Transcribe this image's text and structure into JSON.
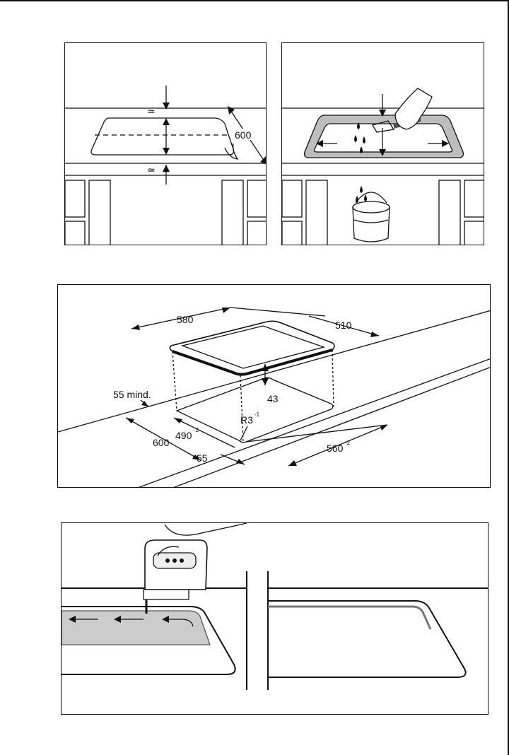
{
  "figure1": {
    "dim_depth": "600",
    "approx_top": "≃",
    "approx_bottom": "≃"
  },
  "figure3": {
    "dim_width": "580",
    "dim_depth": "510",
    "dim_height": "43",
    "dim_min_edge": "55 mind.",
    "dim_cutout_depth": "490",
    "dim_cutout_depth_tol": "-2",
    "dim_worktop": "600",
    "dim_edge": "55",
    "dim_radius": "R3",
    "dim_radius_tol": "-1",
    "dim_cutout_width": "560",
    "dim_cutout_width_tol": "-2"
  }
}
